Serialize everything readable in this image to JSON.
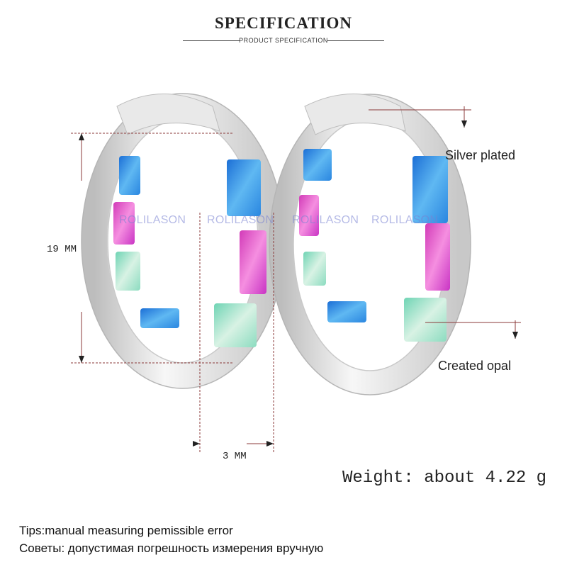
{
  "header": {
    "title": "SPECIFICATION",
    "subtitle": "PRODUCT SPECIFICATION"
  },
  "dimensions": {
    "height_label": "19 MM",
    "width_label": "3 MM"
  },
  "callouts": {
    "material": "Silver plated",
    "stone": "Created opal"
  },
  "watermarks": [
    "ROLILASON",
    "ROLILASON",
    "ROLILASON",
    "ROLILASON"
  ],
  "weight": "Weight: about 4.22 g",
  "tips": {
    "english": "Tips:manual measuring pemissible error",
    "russian": "Советы: допустимая погрешность измерения вручную"
  },
  "colors": {
    "dimension_line": "#8b3a3a",
    "silver": "#d8d8d8",
    "opal_blue": "#2f8fe0",
    "opal_pink": "#e040c0",
    "opal_green": "#7fd8b0"
  }
}
